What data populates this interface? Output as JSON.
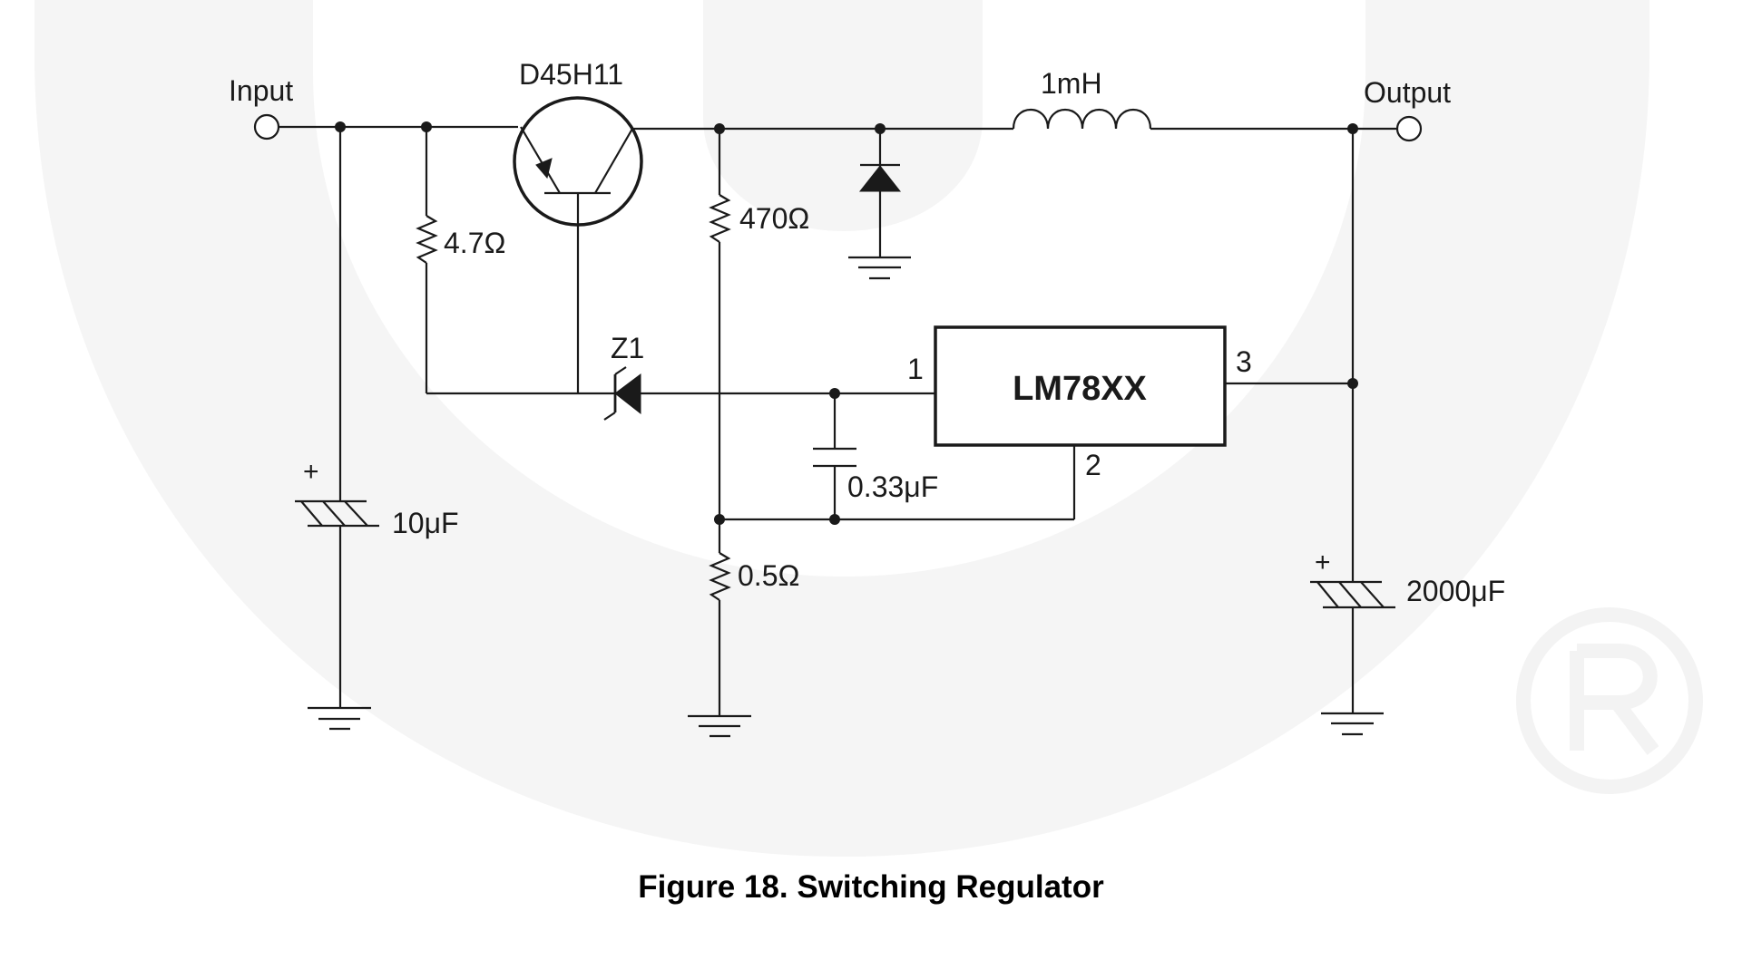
{
  "figure": {
    "caption": "Figure 18. Switching Regulator",
    "watermark_symbol": "®"
  },
  "terminals": {
    "input_label": "Input",
    "output_label": "Output"
  },
  "components": {
    "transistor": {
      "label": "D45H11",
      "type": "PNP transistor"
    },
    "inductor": {
      "label": "1mH"
    },
    "resistor_base": {
      "label": "4.7Ω"
    },
    "resistor_470": {
      "label": "470Ω"
    },
    "resistor_sense": {
      "label": "0.5Ω"
    },
    "zener": {
      "label": "Z1"
    },
    "cap_input": {
      "label": "10μF",
      "polarity": "+"
    },
    "cap_output": {
      "label": "2000μF",
      "polarity": "+"
    },
    "cap_bypass": {
      "label": "0.33μF"
    },
    "regulator": {
      "label": "LM78XX",
      "pin1": "1",
      "pin2": "2",
      "pin3": "3"
    },
    "flyback_diode": {
      "type": "diode"
    }
  },
  "colors": {
    "ink": "#1a1a1a",
    "watermark": "#f5f5f5",
    "background": "#ffffff"
  }
}
